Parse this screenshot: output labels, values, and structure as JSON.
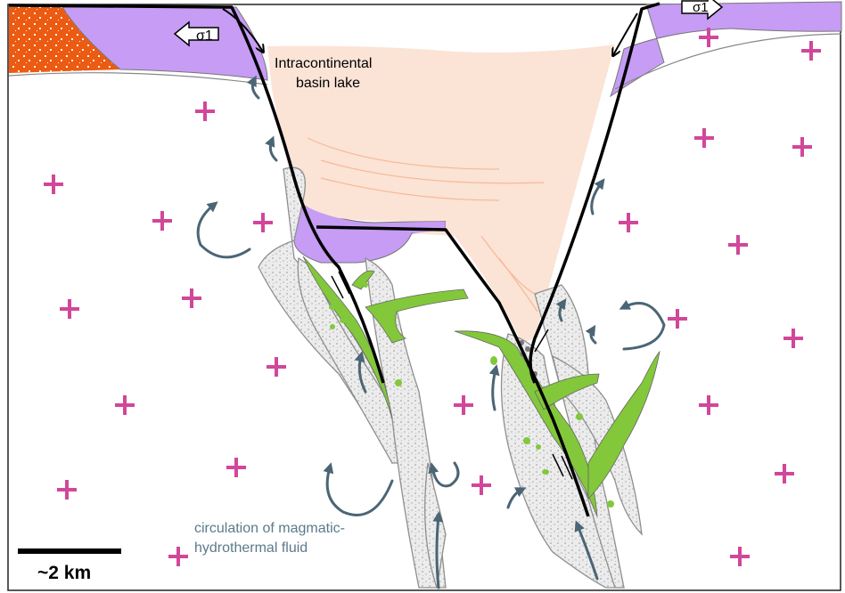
{
  "labels": {
    "basin_line1": "Intracontinental",
    "basin_line2": "basin lake",
    "fluid_line1": "circulation of magmatic-",
    "fluid_line2": "hydrothermal fluid",
    "scale": "~2 km",
    "sigma_left": "σ1",
    "sigma_right": "σ1"
  },
  "colors": {
    "lake": "#fbe3d6",
    "lake_lines": "#f7b996",
    "purple_unit": "#c69cf5",
    "orange_unit": "#ec5b12",
    "green_vein": "#82c83a",
    "crosses": "#d1479a",
    "arrows": "#4b6575",
    "fault": "#000000",
    "altered_halo": "#e9e9e9",
    "halo_outline": "#8f8f8f"
  },
  "icons": {
    "granite_symbol": "plus-icon",
    "fluid_flow": "curved-arrow-icon",
    "stress_arrow": "hollow-arrow-icon"
  }
}
